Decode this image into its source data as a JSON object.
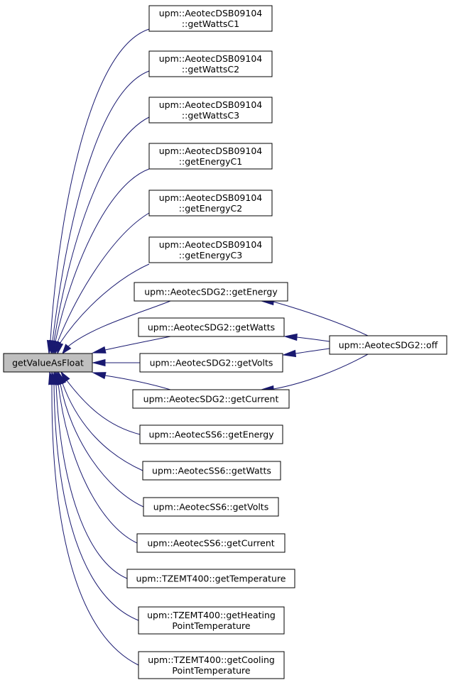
{
  "graph": {
    "root": "getValueAsFloat",
    "nodes": [
      {
        "id": "root",
        "lines": [
          "getValueAsFloat"
        ]
      },
      {
        "id": "dsb_wattsc1",
        "lines": [
          "upm::AeotecDSB09104",
          "::getWattsC1"
        ]
      },
      {
        "id": "dsb_wattsc2",
        "lines": [
          "upm::AeotecDSB09104",
          "::getWattsC2"
        ]
      },
      {
        "id": "dsb_wattsc3",
        "lines": [
          "upm::AeotecDSB09104",
          "::getWattsC3"
        ]
      },
      {
        "id": "dsb_energyc1",
        "lines": [
          "upm::AeotecDSB09104",
          "::getEnergyC1"
        ]
      },
      {
        "id": "dsb_energyc2",
        "lines": [
          "upm::AeotecDSB09104",
          "::getEnergyC2"
        ]
      },
      {
        "id": "dsb_energyc3",
        "lines": [
          "upm::AeotecDSB09104",
          "::getEnergyC3"
        ]
      },
      {
        "id": "sdg2_energy",
        "lines": [
          "upm::AeotecSDG2::getEnergy"
        ]
      },
      {
        "id": "sdg2_watts",
        "lines": [
          "upm::AeotecSDG2::getWatts"
        ]
      },
      {
        "id": "sdg2_volts",
        "lines": [
          "upm::AeotecSDG2::getVolts"
        ]
      },
      {
        "id": "sdg2_current",
        "lines": [
          "upm::AeotecSDG2::getCurrent"
        ]
      },
      {
        "id": "ss6_energy",
        "lines": [
          "upm::AeotecSS6::getEnergy"
        ]
      },
      {
        "id": "ss6_watts",
        "lines": [
          "upm::AeotecSS6::getWatts"
        ]
      },
      {
        "id": "ss6_volts",
        "lines": [
          "upm::AeotecSS6::getVolts"
        ]
      },
      {
        "id": "ss6_current",
        "lines": [
          "upm::AeotecSS6::getCurrent"
        ]
      },
      {
        "id": "tzemt_temp",
        "lines": [
          "upm::TZEMT400::getTemperature"
        ]
      },
      {
        "id": "tzemt_heating",
        "lines": [
          "upm::TZEMT400::getHeating",
          "PointTemperature"
        ]
      },
      {
        "id": "tzemt_cooling",
        "lines": [
          "upm::TZEMT400::getCooling",
          "PointTemperature"
        ]
      },
      {
        "id": "sdg2_off",
        "lines": [
          "upm::AeotecSDG2::off"
        ]
      }
    ],
    "edges": [
      {
        "from": "dsb_wattsc1",
        "to": "root"
      },
      {
        "from": "dsb_wattsc2",
        "to": "root"
      },
      {
        "from": "dsb_wattsc3",
        "to": "root"
      },
      {
        "from": "dsb_energyc1",
        "to": "root"
      },
      {
        "from": "dsb_energyc2",
        "to": "root"
      },
      {
        "from": "dsb_energyc3",
        "to": "root"
      },
      {
        "from": "sdg2_energy",
        "to": "root"
      },
      {
        "from": "sdg2_watts",
        "to": "root"
      },
      {
        "from": "sdg2_volts",
        "to": "root"
      },
      {
        "from": "sdg2_current",
        "to": "root"
      },
      {
        "from": "ss6_energy",
        "to": "root"
      },
      {
        "from": "ss6_watts",
        "to": "root"
      },
      {
        "from": "ss6_volts",
        "to": "root"
      },
      {
        "from": "ss6_current",
        "to": "root"
      },
      {
        "from": "tzemt_temp",
        "to": "root"
      },
      {
        "from": "tzemt_heating",
        "to": "root"
      },
      {
        "from": "tzemt_cooling",
        "to": "root"
      },
      {
        "from": "sdg2_off",
        "to": "sdg2_energy"
      },
      {
        "from": "sdg2_off",
        "to": "sdg2_watts"
      },
      {
        "from": "sdg2_off",
        "to": "sdg2_volts"
      },
      {
        "from": "sdg2_off",
        "to": "sdg2_current"
      }
    ],
    "colors": {
      "edge": "#191970",
      "root_fill": "#bfbfbf",
      "node_fill": "#ffffff",
      "node_stroke": "#000000"
    }
  }
}
